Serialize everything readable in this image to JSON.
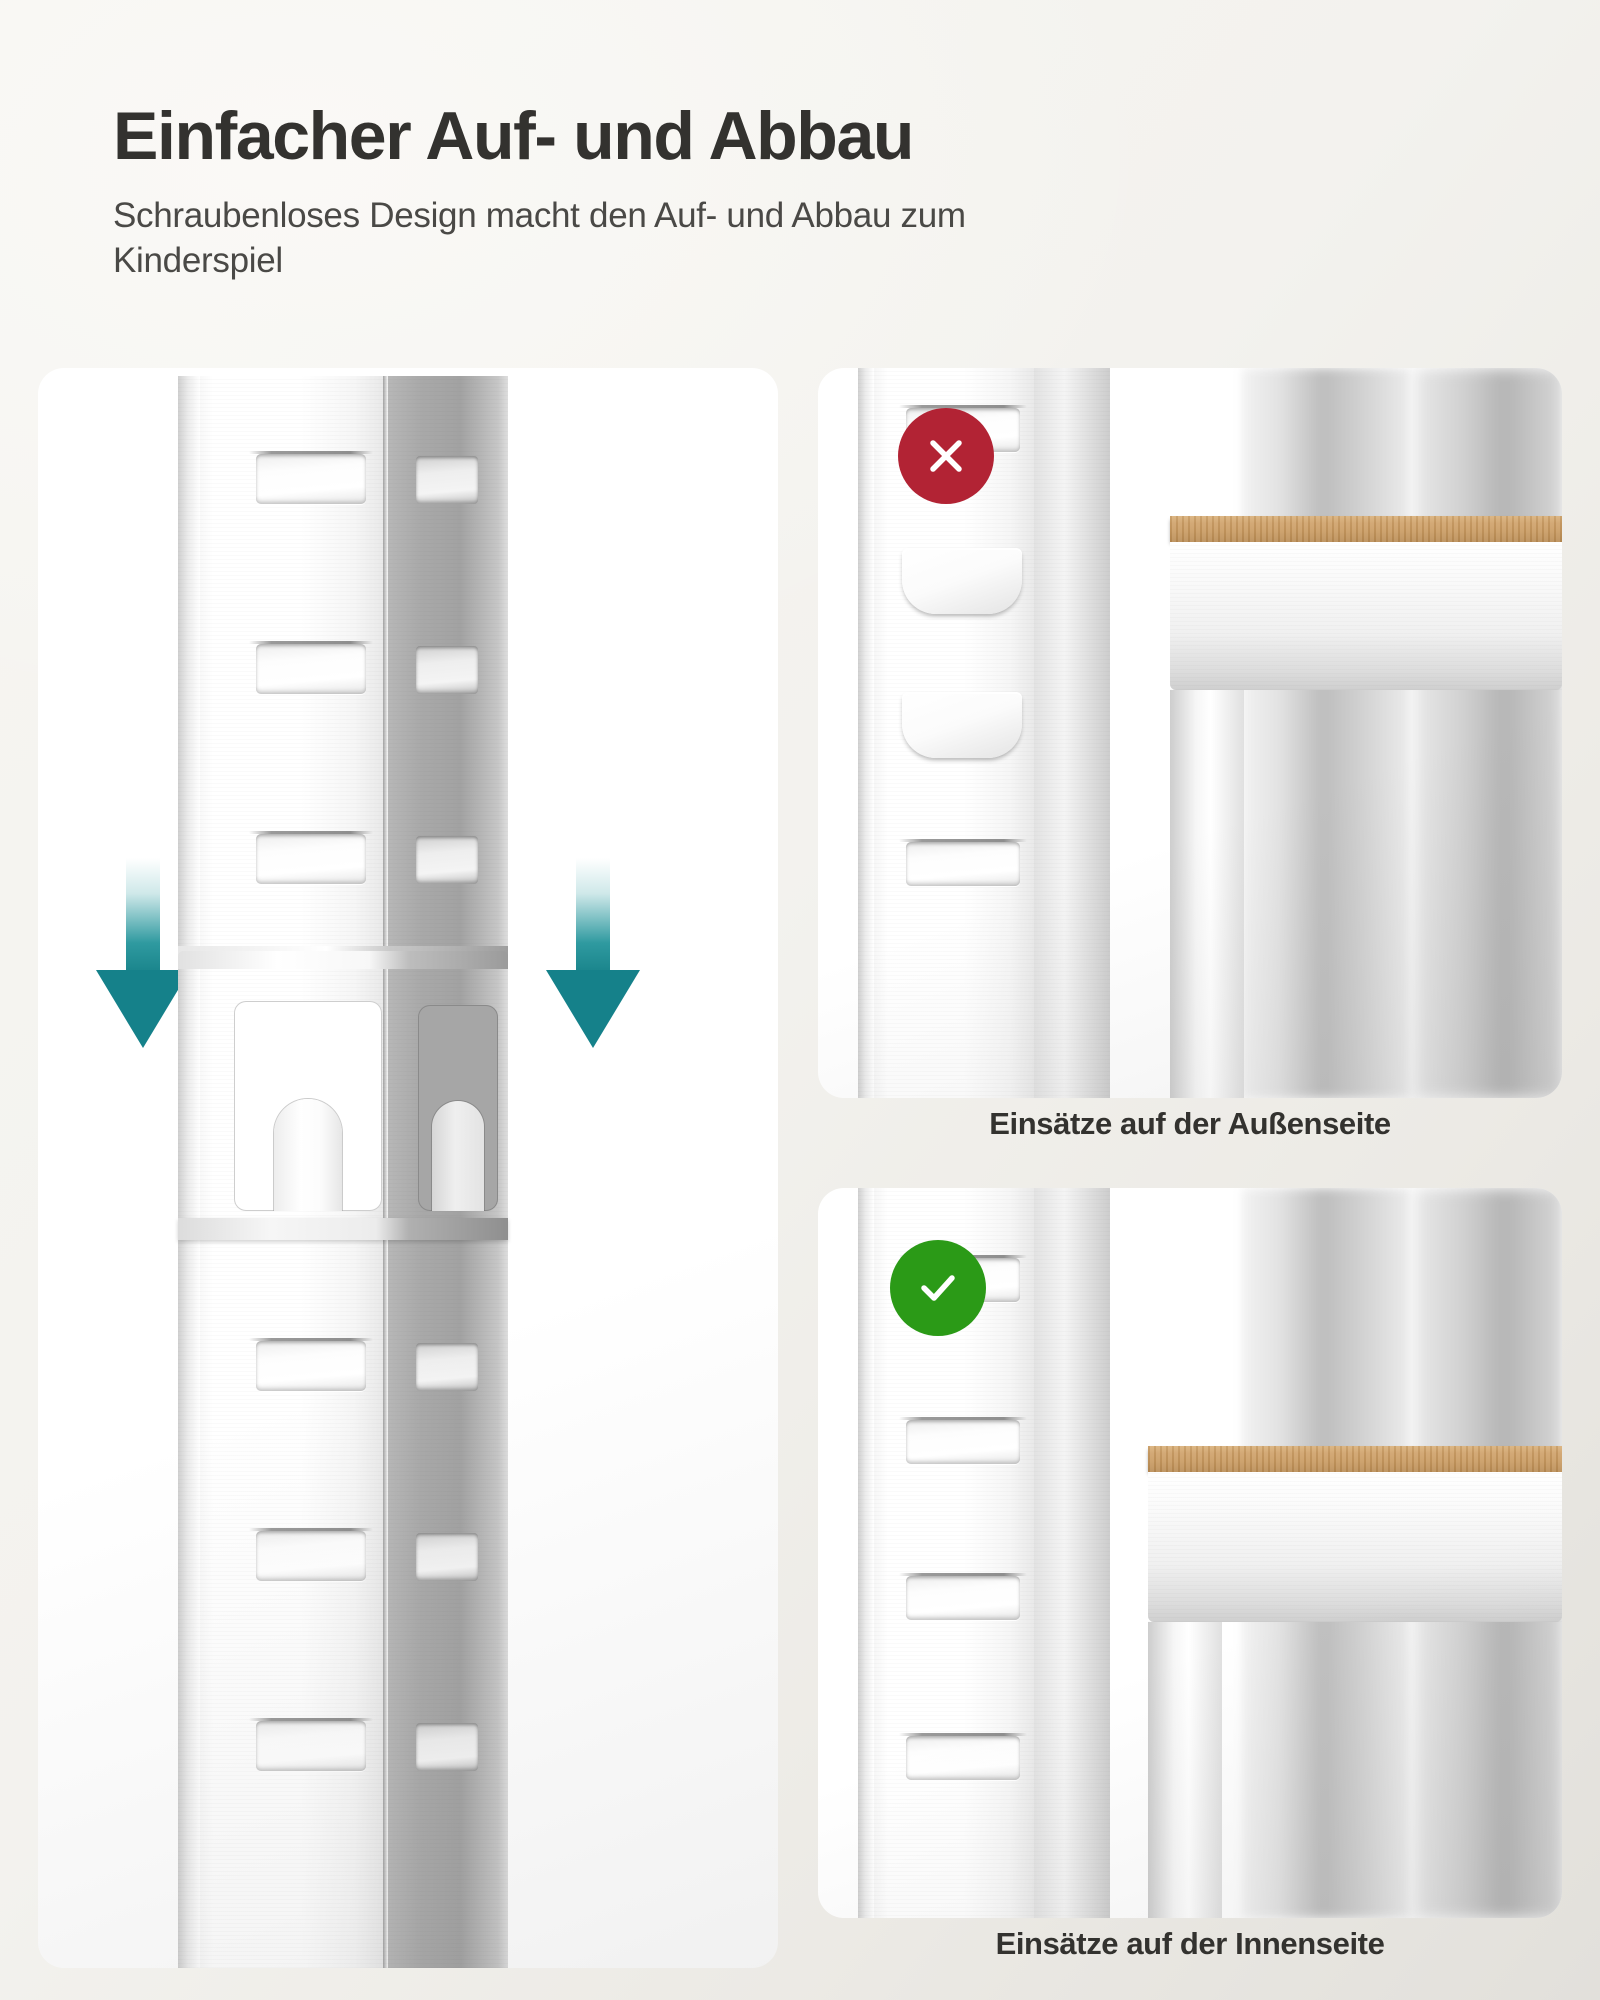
{
  "header": {
    "title": "Einfacher Auf- und Abbau",
    "subtitle": "Schraubenloses Design macht den Auf- und Abbau zum Kinderspiel"
  },
  "panels": {
    "left": {
      "name": "assembly-demo",
      "arrows": [
        "down-arrow-left",
        "down-arrow-right"
      ]
    },
    "top_right": {
      "caption": "Einsätze auf der Außenseite",
      "badge": "cross-icon",
      "badge_color": "#b22334",
      "status": "incorrect"
    },
    "bottom_right": {
      "caption": "Einsätze auf der Innenseite",
      "badge": "check-icon",
      "badge_color": "#2b9a17",
      "status": "correct"
    }
  },
  "colors": {
    "background": "#f4f3ef",
    "panel": "#ffffff",
    "title_text": "#33322f",
    "subtitle_text": "#4a4946",
    "accent_teal": "#15818a",
    "error_red": "#b22334",
    "success_green": "#2b9a17",
    "board_wood": "#cfa169"
  }
}
